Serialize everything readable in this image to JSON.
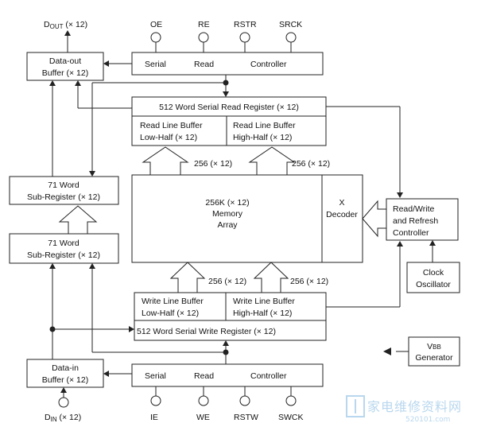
{
  "pins_top": {
    "dout": "D",
    "dout_sub": "OUT",
    "dout_suffix": " (× 12)",
    "oe": "OE",
    "re": "RE",
    "rstr": "RSTR",
    "srck": "SRCK"
  },
  "pins_bottom": {
    "din": "D",
    "din_sub": "IN",
    "din_suffix": " (× 12)",
    "ie": "IE",
    "we": "WE",
    "rstw": "RSTW",
    "swck": "SWCK"
  },
  "serial_read_ctrl": {
    "w1": "Serial",
    "w2": "Read",
    "w3": "Controller"
  },
  "serial_write_ctrl": {
    "w1": "Serial",
    "w2": "Read",
    "w3": "Controller"
  },
  "data_out_buffer": {
    "line1": "Data-out",
    "line2": "Buffer (× 12)"
  },
  "data_in_buffer": {
    "line1": "Data-in",
    "line2": "Buffer (× 12)"
  },
  "read_register": "512 Word Serial Read Register (× 12)",
  "write_register": "512 Word Serial Write Register (× 12)",
  "read_lb_low": {
    "line1": "Read Line Buffer",
    "line2": "Low-Half (× 12)"
  },
  "read_lb_high": {
    "line1": "Read Line Buffer",
    "line2": "High-Half (× 12)"
  },
  "write_lb_low": {
    "line1": "Write Line Buffer",
    "line2": "Low-Half (× 12)"
  },
  "write_lb_high": {
    "line1": "Write Line Buffer",
    "line2": "High-Half (× 12)"
  },
  "bus_labels": {
    "read_low": "256 (× 12)",
    "read_high": "256 (× 12)",
    "write_low": "256 (× 12)",
    "write_high": "256 (× 12)"
  },
  "memory_array": {
    "line1": "256K (× 12)",
    "line2": "Memory",
    "line3": "Array"
  },
  "x_decoder": {
    "line1": "X",
    "line2": "Decoder"
  },
  "sub_register_upper": {
    "line1": "71 Word",
    "line2": "Sub-Register (× 12)"
  },
  "sub_register_lower": {
    "line1": "71 Word",
    "line2": "Sub-Register (× 12)"
  },
  "rw_refresh_ctrl": {
    "line1": "Read/Write",
    "line2": "and Refresh",
    "line3": "Controller"
  },
  "clock_osc": {
    "line1": "Clock",
    "line2": "Oscillator"
  },
  "vbb_gen": {
    "line1": "V",
    "line1_sub": "BB",
    "line2": "Generator"
  },
  "watermark": {
    "text": "家电维修资料网",
    "sub": "520101.com"
  },
  "colors": {
    "line": "#222222",
    "watermark": "#b9d7ee"
  }
}
